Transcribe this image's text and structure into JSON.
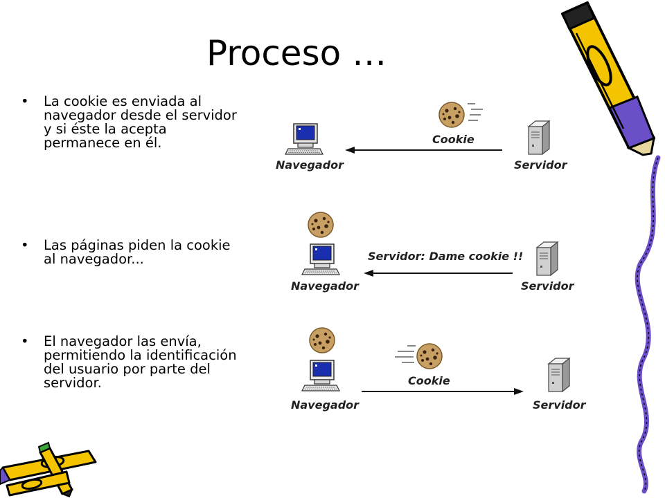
{
  "title": "Proceso …",
  "bullets": [
    {
      "marker": "•",
      "text": "La cookie es enviada al navegador desde el servidor y si éste la acepta permanece en él."
    },
    {
      "marker": "•",
      "text": "Las páginas piden la cookie al navegador..."
    },
    {
      "marker": "•",
      "text": "El navegador las envía, permitiendo la identificación del usuario por parte del servidor."
    }
  ],
  "diagrams": [
    {
      "browser": "Navegador",
      "server": "Servidor",
      "message": "Cookie",
      "direction": "server-to-browser"
    },
    {
      "browser": "Navegador",
      "server": "Servidor",
      "message": "Servidor: Dame cookie !!",
      "direction": "server-to-browser"
    },
    {
      "browser": "Navegador",
      "server": "Servidor",
      "message": "Cookie",
      "direction": "browser-to-server"
    }
  ],
  "icons": [
    "computer-icon",
    "server-icon",
    "cookie-icon",
    "pencil-icon"
  ],
  "colors": {
    "pencil_yellow": "#f5c400",
    "pencil_purple": "#6a4fc9",
    "cookie_brown": "#c9a064",
    "monitor_blue": "#1a2fb0"
  }
}
